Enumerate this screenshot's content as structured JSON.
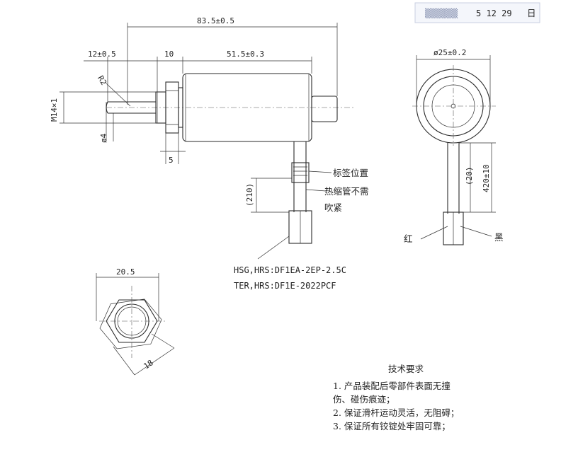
{
  "dimensions": {
    "overall_length": "83.5±0.5",
    "left_shaft": "12±0.5",
    "nut_width": "10",
    "body_length": "51.5±0.3",
    "radius": "R2",
    "thread": "M14×1",
    "shaft_dia": "ø4",
    "nut_thickness": "5",
    "lead_length": "(210)",
    "end_diameter": "ø25±0.2",
    "lead_ref": "(20)",
    "lead_length_2": "420±10",
    "hex_width": "20.5",
    "hex_across_flats": "18"
  },
  "labels": {
    "label_position": "标签位置",
    "shrink_tube_line1": "热缩管不需",
    "shrink_tube_line2": "吹紧",
    "red": "红",
    "black": "黑",
    "connector_line1": "HSG,HRS:DF1EA-2EP-2.5C",
    "connector_line2": "TER,HRS:DF1E-2022PCF"
  },
  "stamp": {
    "text": "5 12 29",
    "suffix": "日"
  },
  "tech_requirements": {
    "title": "技术要求",
    "items": [
      "1. 产品装配后零部件表面无撞",
      "    伤、碰伤痕迹；",
      "2. 保证滑杆运动灵活，无阻碍；",
      "3. 保证所有铰锭处牢固可靠；"
    ]
  }
}
